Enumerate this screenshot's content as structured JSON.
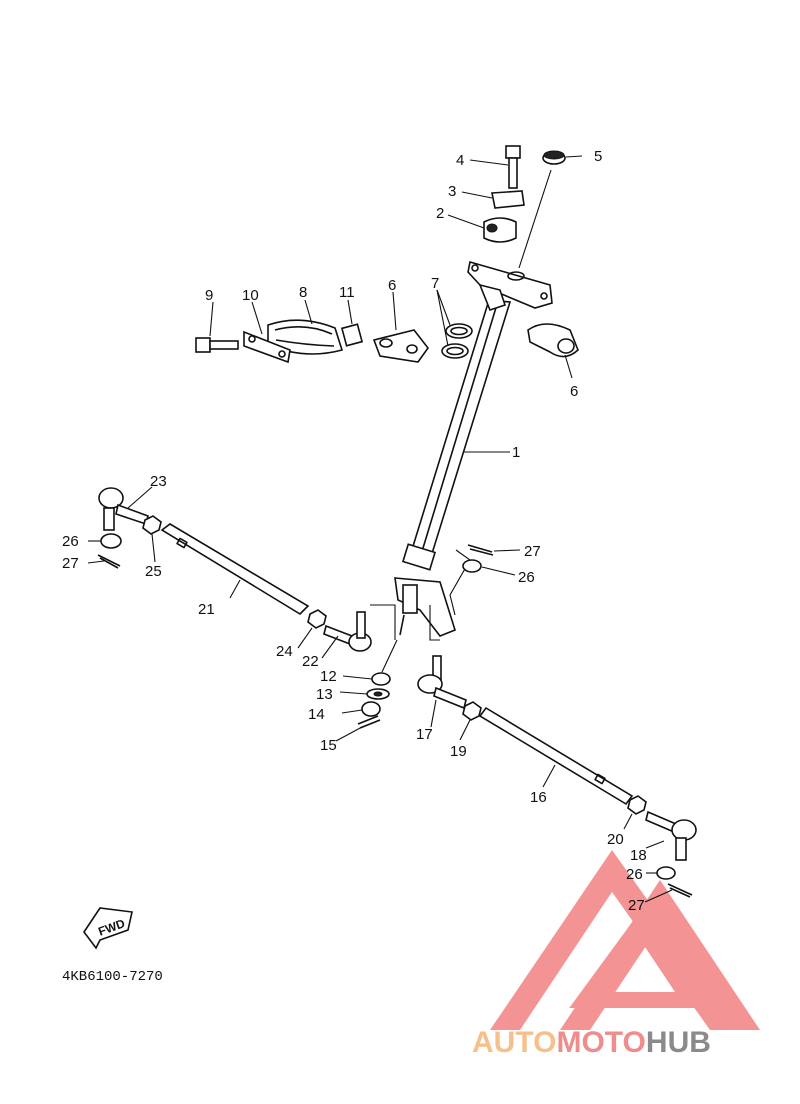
{
  "diagram": {
    "part_code": "4KB6100-7270",
    "fwd_label": "FWD",
    "callouts": [
      "1",
      "2",
      "3",
      "4",
      "5",
      "6",
      "6",
      "7",
      "8",
      "9",
      "10",
      "11",
      "12",
      "13",
      "14",
      "15",
      "16",
      "17",
      "18",
      "19",
      "20",
      "21",
      "22",
      "23",
      "24",
      "25",
      "26",
      "26",
      "26",
      "27",
      "27",
      "27"
    ]
  },
  "watermark": {
    "part1": "AUTO",
    "part2": "MOTO",
    "part3": "HUB",
    "colors": {
      "auto": "#f5c08a",
      "moto": "#f08c8c",
      "hub": "#8a8a8a",
      "logo": "#f07070"
    }
  }
}
